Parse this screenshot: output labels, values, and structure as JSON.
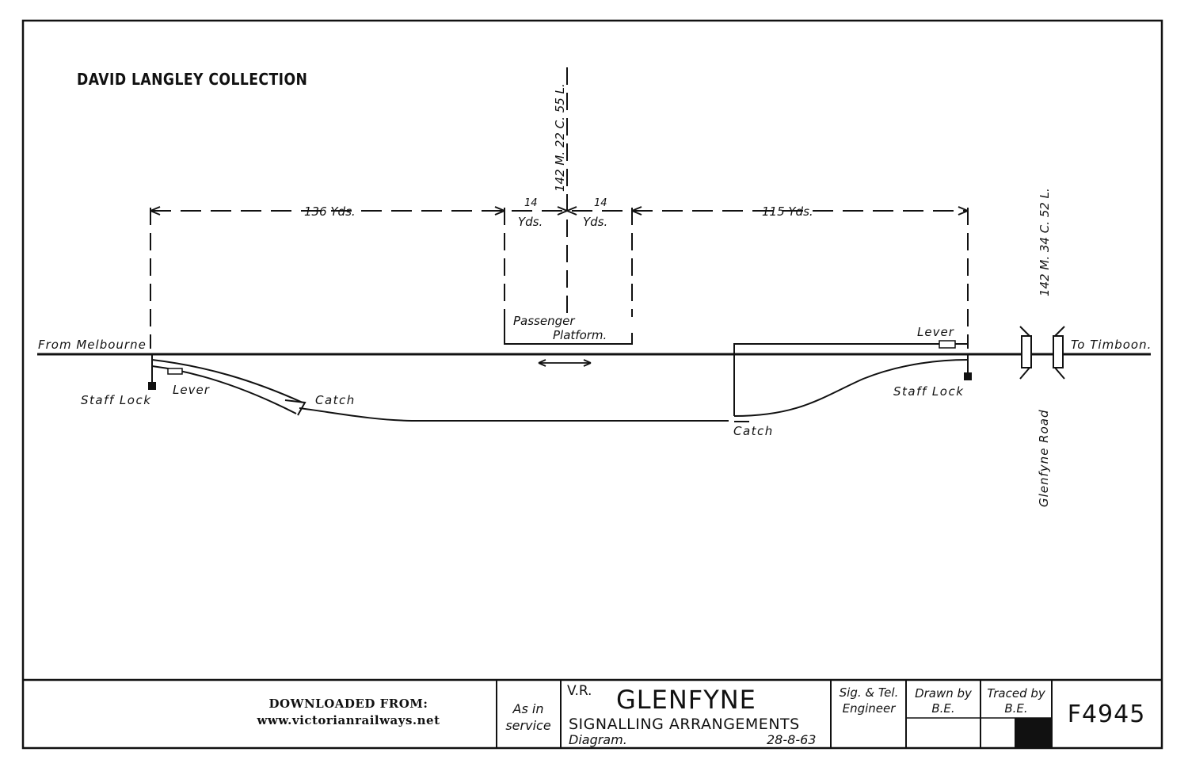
{
  "collection_label": "DAVID LANGLEY COLLECTION",
  "diagram": {
    "from_label": "From Melbourne",
    "to_label": "To Timboon.",
    "mileage_top": "142 M. 22 C. 55 L.",
    "mileage_right": "142 M. 34 C. 52 L.",
    "dim_left": "136 Yds.",
    "dim_mid_left_value": "14",
    "dim_mid_left_unit": "Yds.",
    "dim_mid_right_value": "14",
    "dim_mid_right_unit": "Yds.",
    "dim_right": "115 Yds.",
    "platform_line1": "Passenger",
    "platform_line2": "Platform.",
    "lever_left": "Lever",
    "staff_lock_left": "Staff Lock",
    "catch_left": "Catch",
    "lever_right": "Lever",
    "staff_lock_right": "Staff Lock",
    "catch_right": "Catch",
    "road_label": "Glenfyne Road"
  },
  "title_block": {
    "download_line1": "DOWNLOADED FROM:",
    "download_line2": "www.victorianrailways.net",
    "as_in_line1": "As in",
    "as_in_line2": "service",
    "railway": "V.R.",
    "station": "GLENFYNE",
    "subtitle": "SIGNALLING ARRANGEMENTS",
    "diagram_word": "Diagram.",
    "date": "28-8-63",
    "engineer_line1": "Sig. & Tel.",
    "engineer_line2": "Engineer",
    "drawn_by_line1": "Drawn by",
    "drawn_by_line2": "B.E.",
    "traced_by_line1": "Traced by",
    "traced_by_line2": "B.E.",
    "drawing_number": "F4945"
  }
}
